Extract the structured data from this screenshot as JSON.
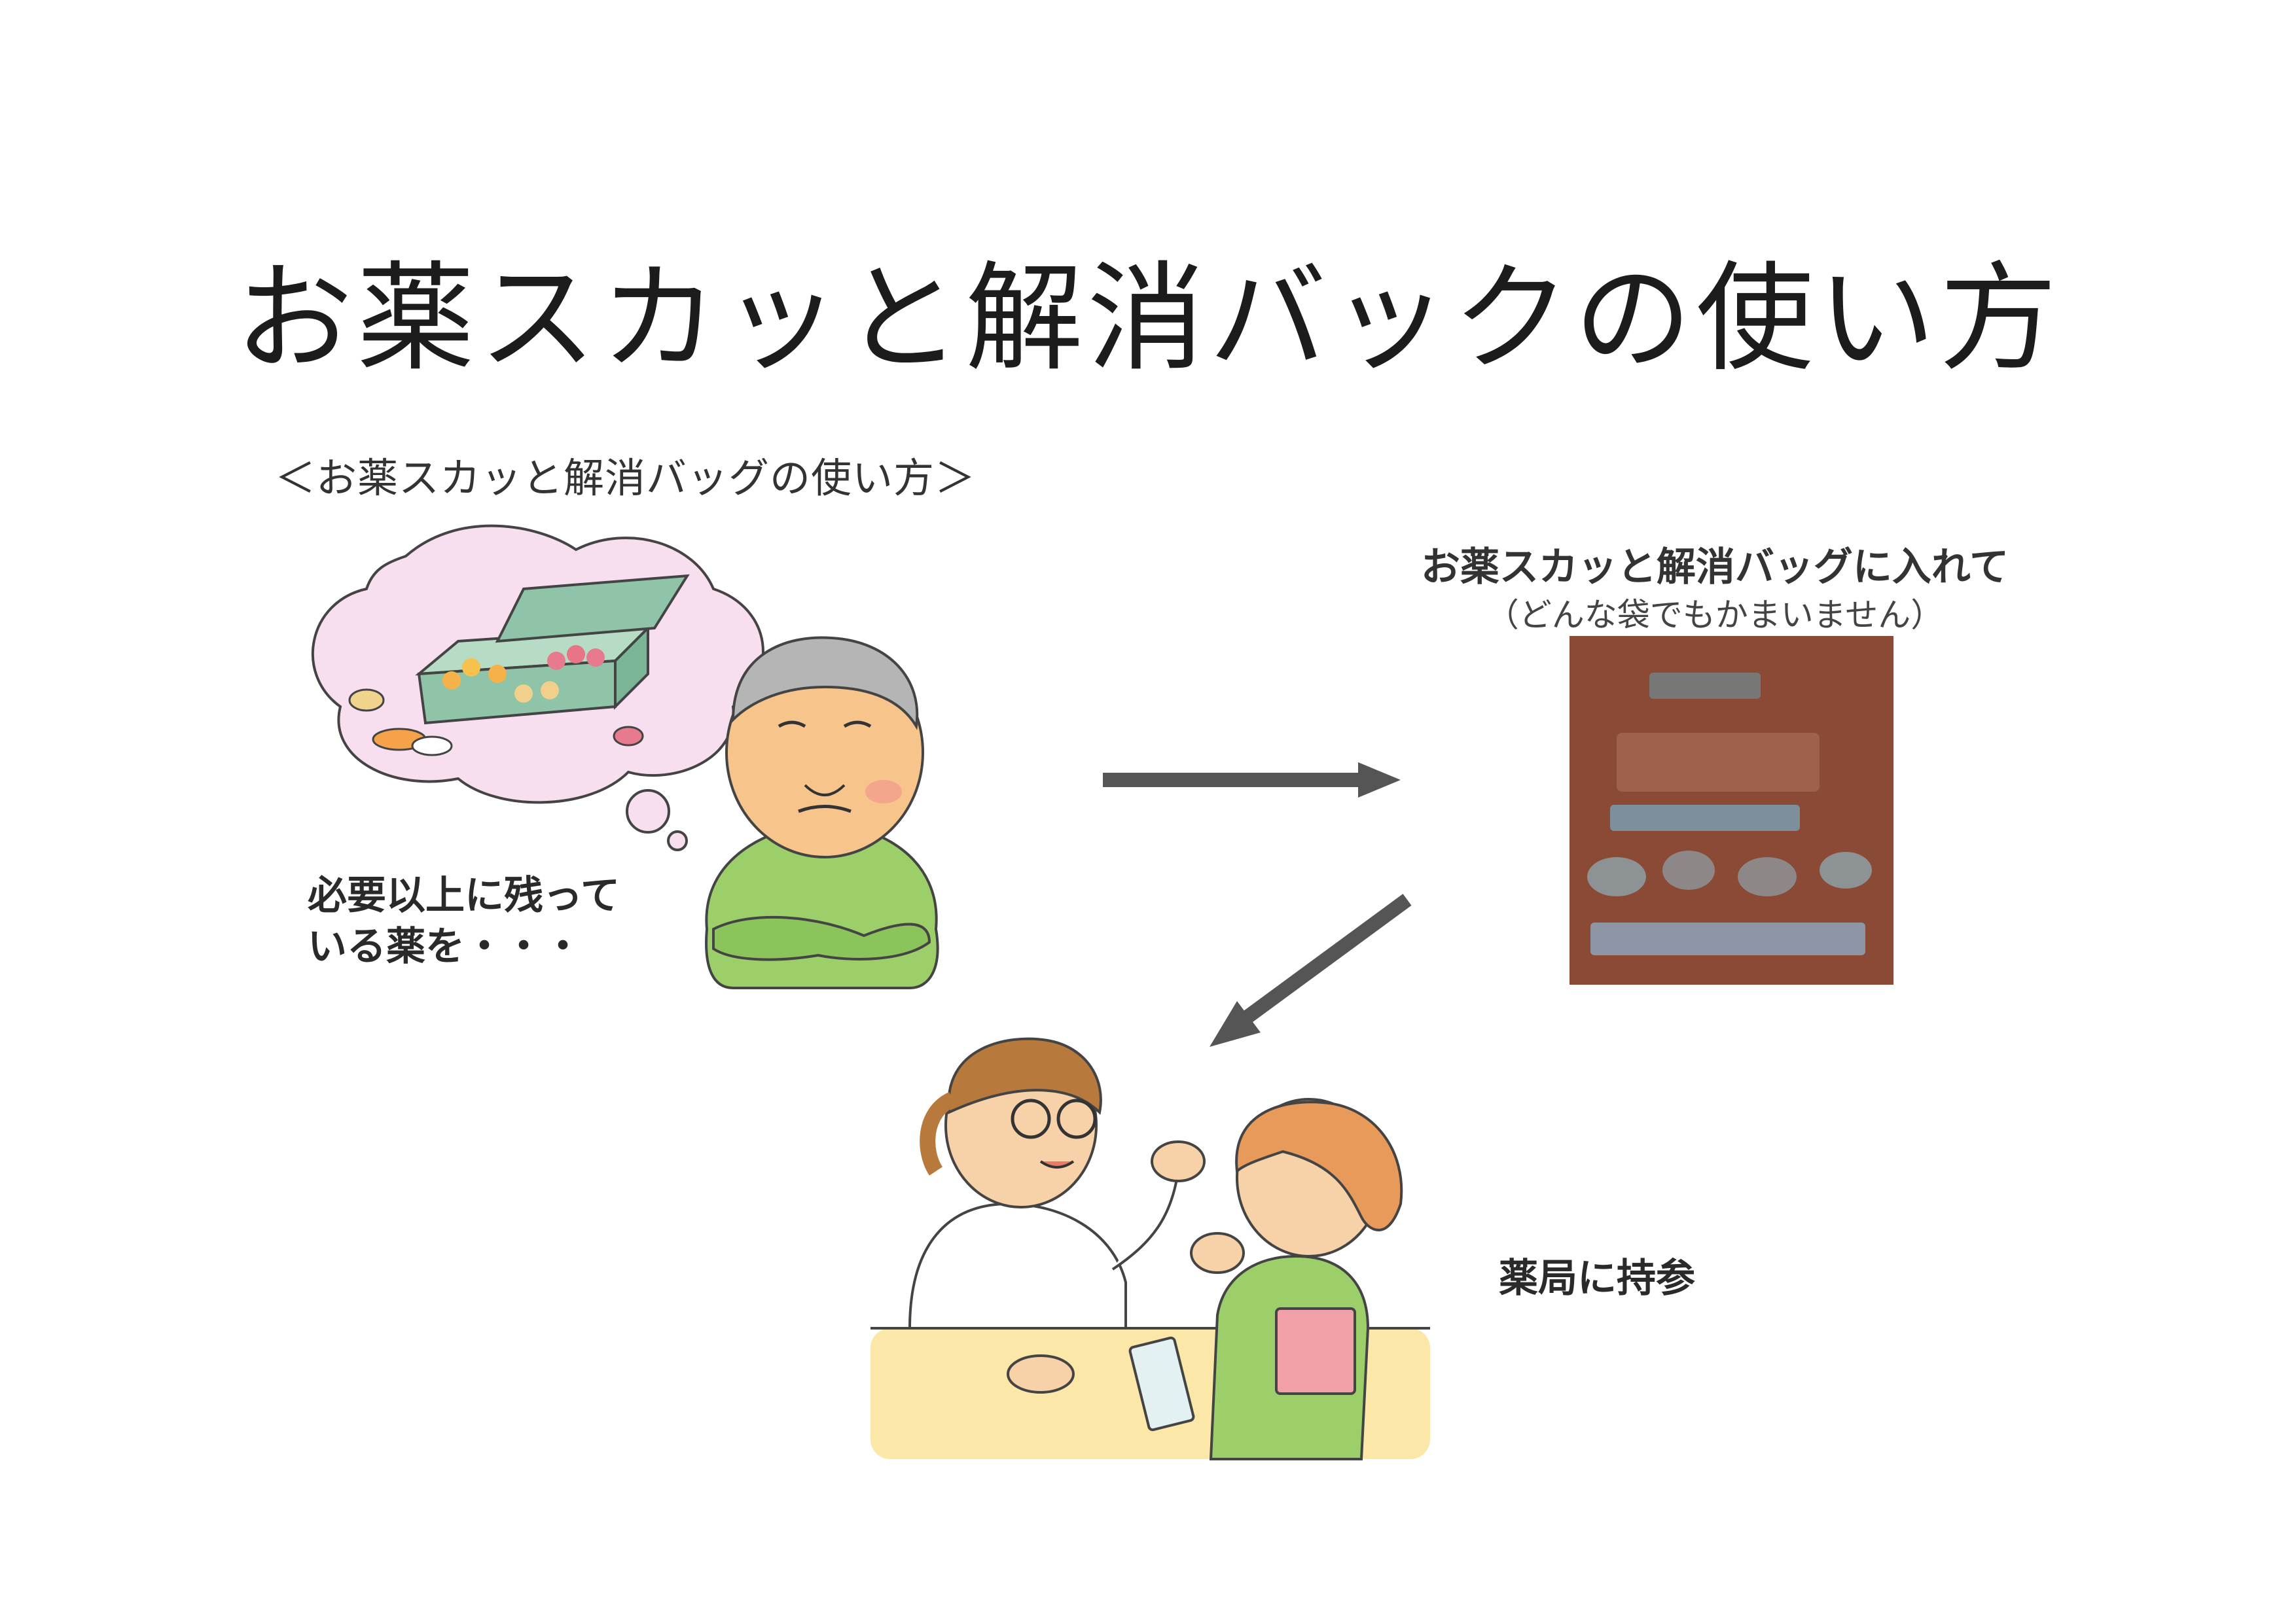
{
  "page": {
    "title": "お薬スカッと解消バックの使い方",
    "subtitle": "＜お薬スカッと解消バッグの使い方＞"
  },
  "steps": {
    "leftover_line1": "必要以上に残って",
    "leftover_line2": "いる薬を・・・",
    "bag_label": "お薬スカッと解消バッグに入れて",
    "bag_note": "（どんな袋でもかまいません）",
    "pharmacy_label": "薬局に持参"
  },
  "colors": {
    "arrow": "#555555",
    "thought_bubble": "#f8dff0",
    "pill_box": "#8fc4a8",
    "shirt_green": "#9ccf6a",
    "counter": "#fbe7a8",
    "bag_brown": "#8b4a35"
  },
  "icons": {
    "elderly_man": "worried-elderly-man-illustration",
    "pill_box": "pill-box-illustration",
    "bag_photo": "medicine-bag-photo",
    "pharmacist": "pharmacist-illustration",
    "customer": "customer-illustration"
  }
}
